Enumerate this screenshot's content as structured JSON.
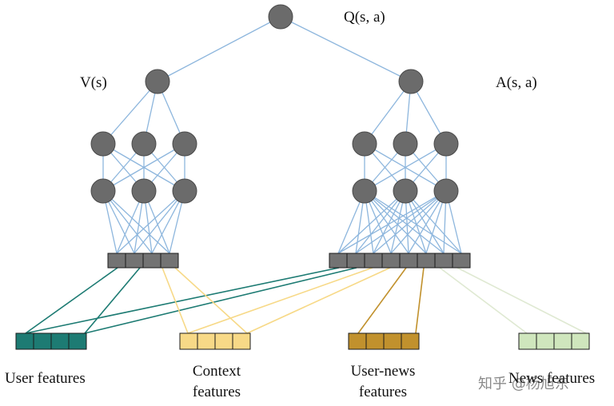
{
  "nodes": {
    "q": "Q(s, a)",
    "v": "V(s)",
    "a": "A(s, a)"
  },
  "features": {
    "user": "User features",
    "context_1": "Context",
    "context_2": "features",
    "user_news_1": "User-news",
    "user_news_2": "features",
    "news": "News features"
  },
  "watermark": "知乎 @杨旭东",
  "colors": {
    "node": "#6b6b6b",
    "edge": "#8db6dd",
    "user": "#1d7b73",
    "context": "#f7d987",
    "user_news": "#c1912d",
    "news": "#cfe6bd",
    "input": "#737373"
  }
}
